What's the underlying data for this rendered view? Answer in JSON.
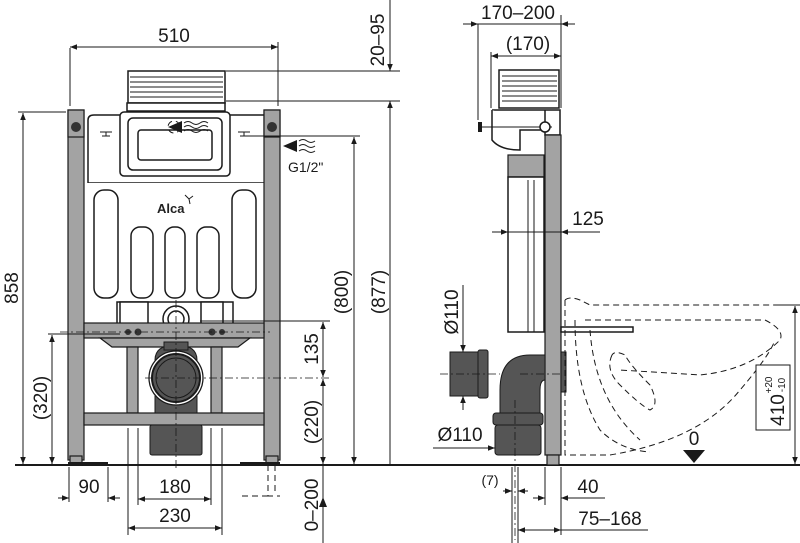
{
  "drawing": {
    "title": "Alca installation frame technical drawing",
    "brand": "Alca",
    "colors": {
      "line": "#1a1a1a",
      "frame": "#a3a3a3",
      "pipe": "#555555",
      "background": "#ffffff"
    }
  },
  "front_view": {
    "width_label": "510",
    "height_frame_label": "858",
    "height_800_label": "(800)",
    "height_877_label": "(877)",
    "flush_adjust_label": "20–95",
    "water_inlet_label": "G1/2\"",
    "drain_offset_label": "135",
    "drain_height_label": "(220)",
    "fixing_height_label": "(320)",
    "foot_width_label": "90",
    "bolt_spacing_inner_label": "180",
    "bolt_spacing_outer_label": "230",
    "foot_extension_label": "0–200"
  },
  "side_view": {
    "depth_range_label": "170–200",
    "depth_label": "(170)",
    "frame_depth_label": "125",
    "outlet_diameter_label": "Ø110",
    "drain_diameter_label": "Ø110",
    "offset_label": "(7)",
    "profile_label": "40",
    "drain_distance_label": "75–168",
    "floor_level_label": "0",
    "bowl_height_label": "410",
    "bowl_height_tol_plus": "+20",
    "bowl_height_tol_minus": "-10"
  }
}
